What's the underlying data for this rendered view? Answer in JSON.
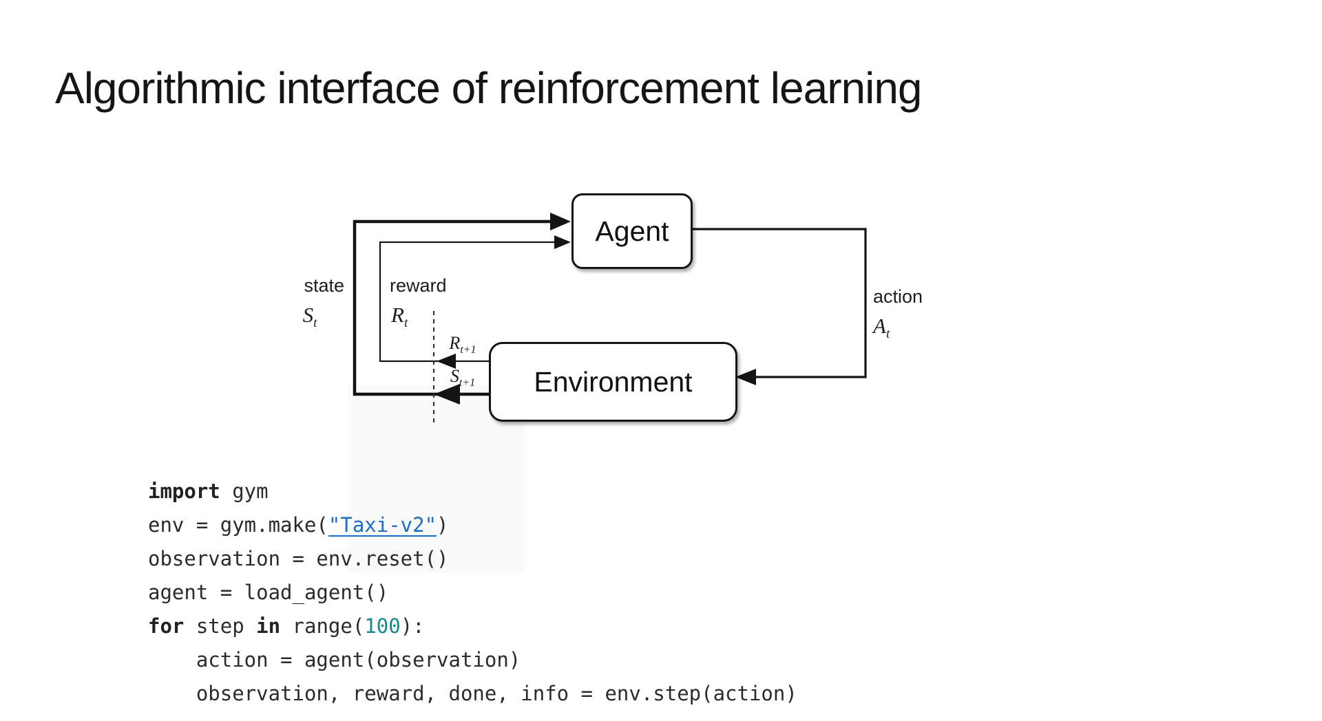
{
  "title": "Algorithmic interface of reinforcement learning",
  "diagram": {
    "agent_label": "Agent",
    "environment_label": "Environment",
    "state_label": "state",
    "state_symbol": {
      "base": "S",
      "sub": "t"
    },
    "reward_label": "reward",
    "reward_symbol": {
      "base": "R",
      "sub": "t"
    },
    "reward_next_symbol": {
      "base": "R",
      "sub": "t+1"
    },
    "state_next_symbol": {
      "base": "S",
      "sub": "t+1"
    },
    "action_label": "action",
    "action_symbol": {
      "base": "A",
      "sub": "t"
    }
  },
  "code": {
    "lines": [
      [
        {
          "t": "import",
          "c": "kw"
        },
        {
          "t": " gym",
          "c": ""
        }
      ],
      [
        {
          "t": "env = gym.make(",
          "c": ""
        },
        {
          "t": "\"Taxi-v2\"",
          "c": "str"
        },
        {
          "t": ")",
          "c": ""
        }
      ],
      [
        {
          "t": "observation = env.reset()",
          "c": ""
        }
      ],
      [
        {
          "t": "agent = load_agent()",
          "c": ""
        }
      ],
      [
        {
          "t": "for",
          "c": "kw"
        },
        {
          "t": " step ",
          "c": ""
        },
        {
          "t": "in",
          "c": "kw"
        },
        {
          "t": " range(",
          "c": ""
        },
        {
          "t": "100",
          "c": "num"
        },
        {
          "t": "):",
          "c": ""
        }
      ],
      [
        {
          "t": "    action = agent(observation)",
          "c": ""
        }
      ],
      [
        {
          "t": "    observation, reward, done, info = env.step(action)",
          "c": ""
        }
      ]
    ]
  },
  "colors": {
    "diagram_stroke": "#141414",
    "code_text": "#2b2b2b",
    "string_link_blue": "#1a6fc4",
    "number_teal": "#17898a"
  }
}
